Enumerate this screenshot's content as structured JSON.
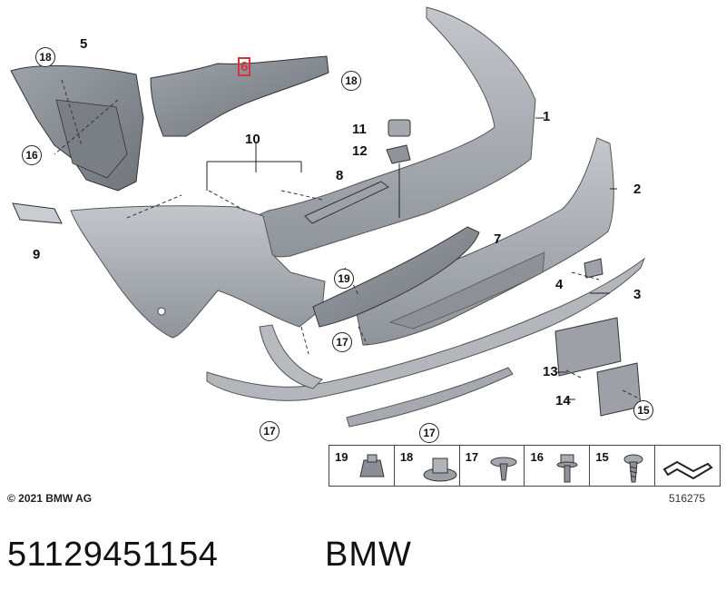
{
  "callouts": [
    {
      "text": "1",
      "style": "plain"
    },
    {
      "text": "2",
      "style": "plain"
    },
    {
      "text": "3",
      "style": "plain"
    },
    {
      "text": "4",
      "style": "plain"
    },
    {
      "text": "5",
      "style": "plain"
    },
    {
      "text": "6",
      "style": "highlighted"
    },
    {
      "text": "7",
      "style": "plain"
    },
    {
      "text": "8",
      "style": "plain"
    },
    {
      "text": "9",
      "style": "plain"
    },
    {
      "text": "10",
      "style": "plain"
    },
    {
      "text": "11",
      "style": "plain"
    },
    {
      "text": "12",
      "style": "plain"
    },
    {
      "text": "13",
      "style": "plain"
    },
    {
      "text": "14",
      "style": "plain"
    },
    {
      "text": "15",
      "style": "circled"
    },
    {
      "text": "16",
      "style": "circled"
    },
    {
      "text": "17",
      "style": "circled"
    },
    {
      "text": "17",
      "style": "circled"
    },
    {
      "text": "17",
      "style": "circled"
    },
    {
      "text": "18",
      "style": "circled"
    },
    {
      "text": "18",
      "style": "circled"
    },
    {
      "text": "19",
      "style": "circled"
    }
  ],
  "legend": [
    "19",
    "18",
    "17",
    "16",
    "15"
  ],
  "highlight_color": "#d9323f",
  "part_color": "#a9adb3",
  "copyright": "© 2021 BMW AG",
  "drawing_number": "516275",
  "part_number": "51129451154",
  "brand": "BMW"
}
